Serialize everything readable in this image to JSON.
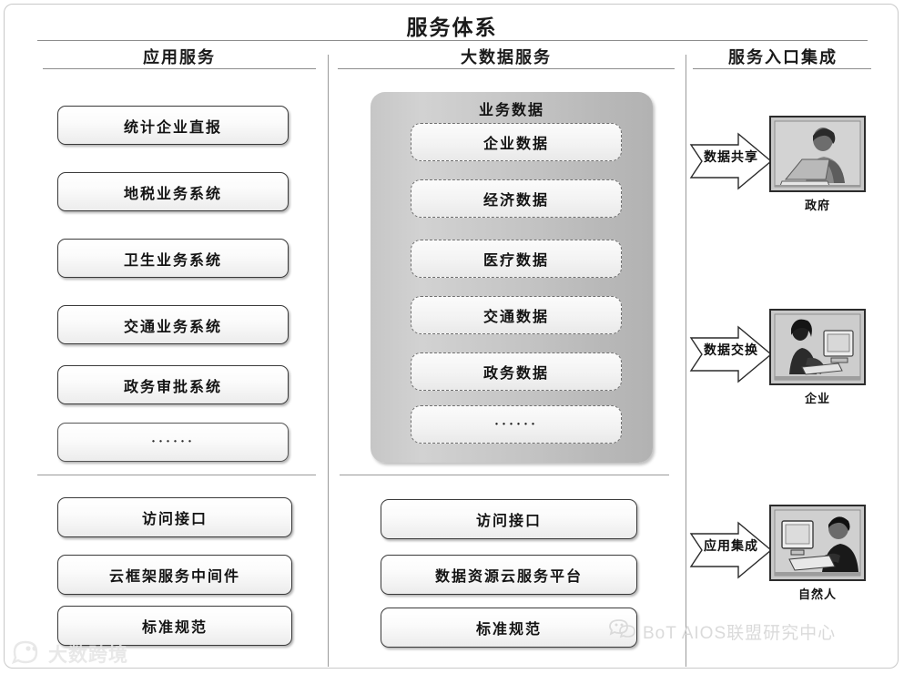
{
  "title": "服务体系",
  "columns": {
    "app": {
      "header": "应用服务",
      "services": [
        {
          "label": "统计企业直报"
        },
        {
          "label": "地税业务系统"
        },
        {
          "label": "卫生业务系统"
        },
        {
          "label": "交通业务系统"
        },
        {
          "label": "政务审批系统"
        },
        {
          "label": "······"
        }
      ],
      "foundation": [
        {
          "label": "访问接口"
        },
        {
          "label": "云框架服务中间件"
        },
        {
          "label": "标准规范"
        }
      ]
    },
    "bigdata": {
      "header": "大数据服务",
      "panel_title": "业务数据",
      "datasets": [
        {
          "label": "企业数据"
        },
        {
          "label": "经济数据"
        },
        {
          "label": "医疗数据"
        },
        {
          "label": "交通数据"
        },
        {
          "label": "政务数据"
        },
        {
          "label": "······"
        }
      ],
      "foundation": [
        {
          "label": "访问接口"
        },
        {
          "label": "数据资源云服务平台"
        },
        {
          "label": "标准规范"
        }
      ]
    },
    "entry": {
      "header": "服务入口集成",
      "channels": [
        {
          "arrow_label": "数据共享",
          "caption": "政府",
          "icon": "person-at-laptop-icon"
        },
        {
          "arrow_label": "数据交换",
          "caption": "企业",
          "icon": "woman-at-computer-icon"
        },
        {
          "arrow_label": "应用集成",
          "caption": "自然人",
          "icon": "man-at-desktop-icon"
        }
      ]
    }
  },
  "watermarks": {
    "bottom_left": {
      "text": "大数跨境",
      "icon": "logo-icon"
    },
    "bottom_right": {
      "text": "BoT AIOS联盟研究中心",
      "icon": "wechat-icon"
    }
  },
  "colors": {
    "panel_gray": "#c4c4c4",
    "box_border": "#3a3a3a",
    "rule": "#8d8d8d",
    "text": "#141414",
    "watermark": "#e0e0e0"
  }
}
